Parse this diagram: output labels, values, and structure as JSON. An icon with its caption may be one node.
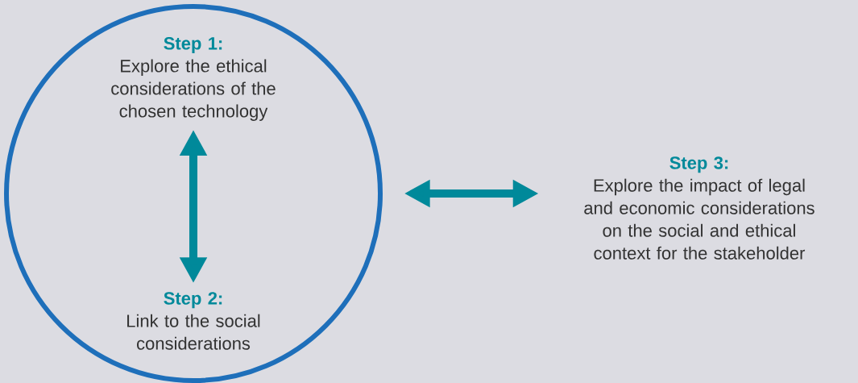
{
  "diagram": {
    "nodes": [
      {
        "text": [],
        "shape": "circle"
      },
      {
        "text": [
          "Step 1:",
          "Explore the ethical considerations of the chosen technology"
        ],
        "in": 0
      },
      {
        "text": [
          "Step 2:",
          "Link to the social considerations"
        ],
        "in": 0
      },
      {
        "text": [
          "Step 3:",
          "Explore the impact of legal and economic considerations on the social and ethical context for the stakeholder"
        ]
      }
    ],
    "edges": [
      {
        "from": 1,
        "to": 2,
        "arrow": "both"
      },
      {
        "from": 0,
        "to": 3,
        "arrow": "both"
      }
    ]
  }
}
